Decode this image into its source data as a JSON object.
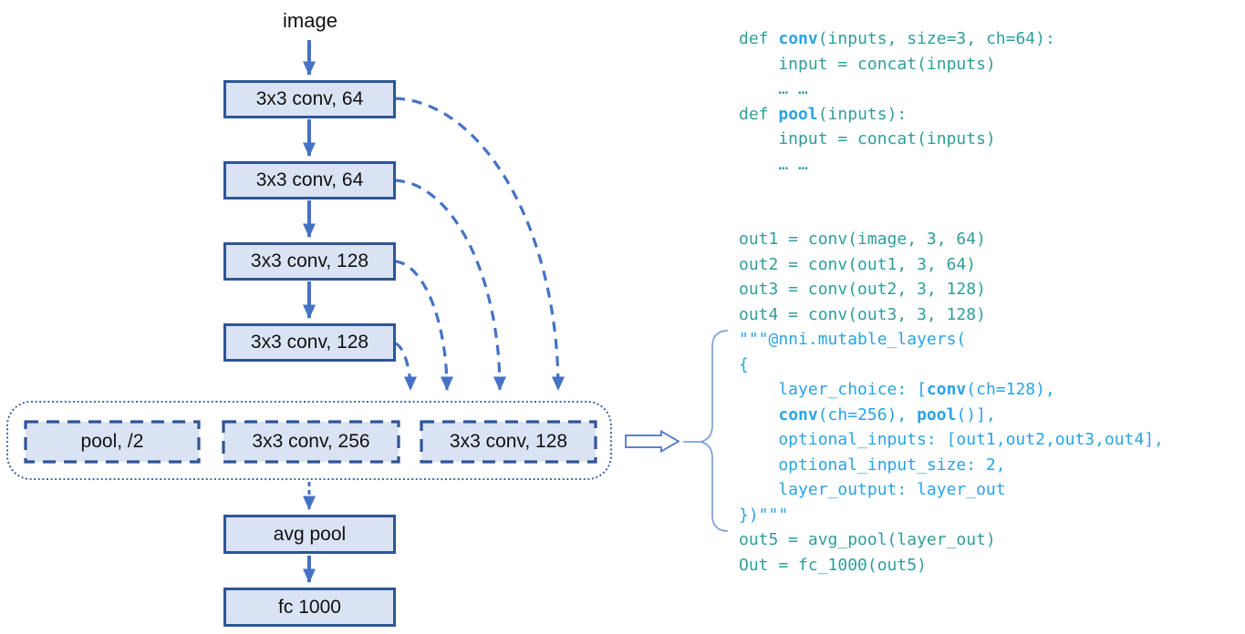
{
  "diagram": {
    "input_label": "image",
    "solid_boxes": [
      {
        "id": "conv1",
        "label": "3x3 conv, 64"
      },
      {
        "id": "conv2",
        "label": "3x3 conv, 64"
      },
      {
        "id": "conv3",
        "label": "3x3 conv, 128"
      },
      {
        "id": "conv4",
        "label": "3x3 conv, 128"
      },
      {
        "id": "avg-pool",
        "label": "avg pool"
      },
      {
        "id": "fc-1000",
        "label": "fc 1000"
      }
    ],
    "choice_boxes": [
      {
        "id": "pool-choice",
        "label": "pool, /2"
      },
      {
        "id": "conv256-choice",
        "label": "3x3 conv, 256"
      },
      {
        "id": "conv128-choice",
        "label": "3x3 conv, 128"
      }
    ],
    "colors": {
      "box_fill": "#dae3f3",
      "box_border": "#2f5597",
      "arrow_blue": "#4472c4",
      "brace_blue": "#7e9fd8",
      "code_teal": "#2e9e99",
      "code_blue": "#29a3e6"
    }
  },
  "code": {
    "lines": [
      [
        {
          "t": "def ",
          "c": "t"
        },
        {
          "t": "conv",
          "c": "b",
          "bold": true
        },
        {
          "t": "(inputs, size=3, ch=64):",
          "c": "t"
        }
      ],
      [
        {
          "t": "    input = concat(inputs)",
          "c": "t"
        }
      ],
      [
        {
          "t": "    … …",
          "c": "t"
        }
      ],
      [
        {
          "t": "def ",
          "c": "t"
        },
        {
          "t": "pool",
          "c": "b",
          "bold": true
        },
        {
          "t": "(inputs):",
          "c": "t"
        }
      ],
      [
        {
          "t": "    input = concat(inputs)",
          "c": "t"
        }
      ],
      [
        {
          "t": "    … …",
          "c": "t"
        }
      ],
      [],
      [],
      [
        {
          "t": "out1 = conv(image, 3, 64)",
          "c": "t"
        }
      ],
      [
        {
          "t": "out2 = conv(out1, 3, 64)",
          "c": "t"
        }
      ],
      [
        {
          "t": "out3 = conv(out2, 3, 128)",
          "c": "t"
        }
      ],
      [
        {
          "t": "out4 = conv(out3, 3, 128)",
          "c": "t"
        }
      ],
      [
        {
          "t": "\"\"\"@nni.mutable_layers(",
          "c": "b"
        }
      ],
      [
        {
          "t": "{",
          "c": "b"
        }
      ],
      [
        {
          "t": "    layer_choice: [",
          "c": "b"
        },
        {
          "t": "conv",
          "c": "b",
          "bold": true
        },
        {
          "t": "(ch=128),",
          "c": "b"
        }
      ],
      [
        {
          "t": "    ",
          "c": "b"
        },
        {
          "t": "conv",
          "c": "b",
          "bold": true
        },
        {
          "t": "(ch=256), ",
          "c": "b"
        },
        {
          "t": "pool",
          "c": "b",
          "bold": true
        },
        {
          "t": "()],",
          "c": "b"
        }
      ],
      [
        {
          "t": "    optional_inputs: [out1,out2,out3,out4],",
          "c": "b"
        }
      ],
      [
        {
          "t": "    optional_input_size: 2,",
          "c": "b"
        }
      ],
      [
        {
          "t": "    layer_output: layer_out",
          "c": "b"
        }
      ],
      [
        {
          "t": "})\"\"\"",
          "c": "b"
        }
      ],
      [
        {
          "t": "out5 = avg_pool(layer_out)",
          "c": "t"
        }
      ],
      [
        {
          "t": "Out = fc_1000(out5)",
          "c": "t"
        }
      ]
    ]
  }
}
